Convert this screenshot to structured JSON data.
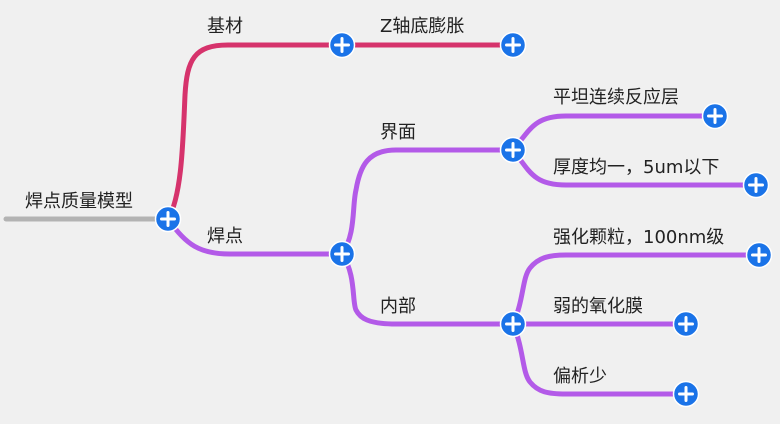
{
  "mindmap": {
    "root": {
      "label": "焊点质量模型"
    },
    "branches": {
      "substrate": {
        "label": "基材"
      },
      "z_expansion": {
        "label": "Z轴底膨胀"
      },
      "solder_joint": {
        "label": "焊点"
      },
      "interface": {
        "label": "界面"
      },
      "flat_layer": {
        "label": "平坦连续反应层"
      },
      "uniform_thickness": {
        "label": "厚度均一，5um以下"
      },
      "internal": {
        "label": "内部"
      },
      "strengthen_particles": {
        "label": "强化颗粒，100nm级"
      },
      "weak_oxide": {
        "label": "弱的氧化膜"
      },
      "low_segregation": {
        "label": "偏析少"
      }
    }
  },
  "colors": {
    "background": "#f0f0f0",
    "root_line": "#b3b3b3",
    "substrate_branch": "#d6336c",
    "solder_branch": "#b35ae8",
    "button": "#1a73e8",
    "button_plus": "#ffffff",
    "text": "#222222"
  }
}
